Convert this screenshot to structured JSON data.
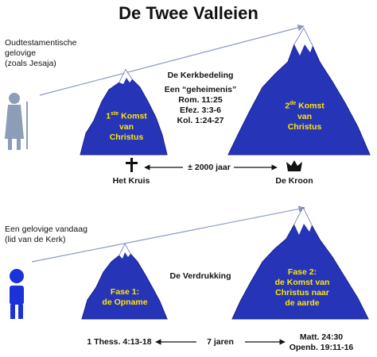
{
  "title": "De Twee Valleien",
  "top": {
    "viewer_label": [
      "Oudtestamentische",
      "gelovige",
      "(zoals Jesaja)"
    ],
    "mountain1": [
      "1ste Komst",
      "van",
      "Christus"
    ],
    "mountain1_sup": "ste",
    "mountain2": [
      "2de Komst",
      "van",
      "Christus"
    ],
    "mountain2_sup": "de",
    "between": {
      "heading": "De Kerkbedeling",
      "lines": [
        "Een “geheimenis”",
        "Rom. 11:25",
        "Efez. 3:3-6",
        "Kol. 1:24-27"
      ]
    },
    "timeline": {
      "left": "Het Kruis",
      "center": "± 2000 jaar",
      "right": "De Kroon"
    }
  },
  "bottom": {
    "viewer_label": [
      "Een gelovige vandaag",
      "(lid van de Kerk)"
    ],
    "mountain1": [
      "Fase 1:",
      "de Opname"
    ],
    "mountain2": [
      "Fase 2:",
      "de Komst van",
      "Christus naar",
      "de aarde"
    ],
    "between": {
      "heading": "De Verdrukking"
    },
    "timeline": {
      "left": "1 Thess. 4:13-18",
      "center": "7 jaren",
      "right_lines": [
        "Matt. 24:30",
        "Openb. 19:11-16"
      ]
    }
  },
  "colors": {
    "mountain": "#2634b8",
    "mountain_text": "#ffe600",
    "sight_line": "#8a97c4",
    "figure_top": "#8c9db8",
    "figure_bottom": "#1a32d8"
  }
}
